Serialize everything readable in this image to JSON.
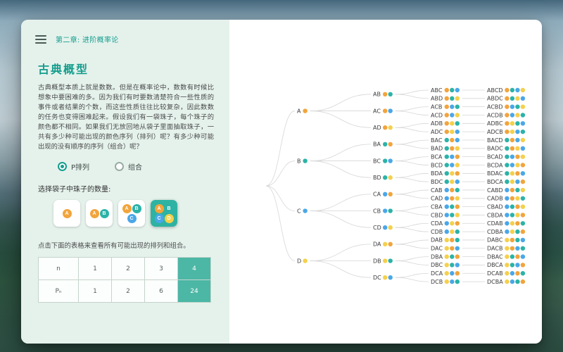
{
  "accent": "#159d8d",
  "sidebar": {
    "chapter_title": "第二章: 进阶概率论",
    "heading": "古典概型",
    "paragraph": "古典概型本质上就是数数。但是在概率论中，数数有时候比想象中要困难的多。因为我们有时要数清楚符合一些性质的事件或者结果的个数，而这些性质往往比较复杂，因此数数的任务也变得困难起来。假设我们有一袋珠子，每个珠子的颜色都不相同。如果我们无放回地从袋子里面抽取珠子，一共有多少种可能出现的颜色序列（排列）呢？有多少种可能出现的没有顺序的序列（组合）呢？",
    "radios": [
      {
        "label": "P排列",
        "selected": true
      },
      {
        "label": "组合",
        "selected": false
      }
    ],
    "bead_count_label": "选择袋子中珠子的数量:",
    "bead_buttons": [
      {
        "beads": [
          "A"
        ],
        "selected": false
      },
      {
        "beads": [
          "A",
          "B"
        ],
        "selected": false
      },
      {
        "beads": [
          "A",
          "B",
          "C"
        ],
        "selected": false
      },
      {
        "beads": [
          "A",
          "B",
          "C",
          "D"
        ],
        "selected": true
      }
    ],
    "table_hint": "点击下面的表格来查看所有可能出现的排列和组合。",
    "table": {
      "rows": [
        {
          "header": "n",
          "values": [
            "1",
            "2",
            "3",
            "4"
          ]
        },
        {
          "header": "Pₙ",
          "values": [
            "1",
            "2",
            "6",
            "24"
          ]
        }
      ],
      "selected_column": 3
    }
  },
  "tree": {
    "bead_colors": {
      "A": "#f2a43c",
      "B": "#2bb3a8",
      "C": "#4aa7e8",
      "D": "#f5d04c"
    },
    "levels": [
      [
        "A",
        "B",
        "C",
        "D"
      ],
      [
        "AB",
        "AC",
        "AD",
        "BA",
        "BC",
        "BD",
        "CA",
        "CB",
        "CD",
        "DA",
        "DB",
        "DC"
      ],
      [
        "ABC",
        "ABD",
        "ACB",
        "ACD",
        "ADB",
        "ADC",
        "BAC",
        "BAD",
        "BCA",
        "BCD",
        "BDA",
        "BDC",
        "CAB",
        "CAD",
        "CBA",
        "CBD",
        "CDA",
        "CDB",
        "DAB",
        "DAC",
        "DBA",
        "DBC",
        "DCA",
        "DCB"
      ],
      [
        "ABCD",
        "ABDC",
        "ACBD",
        "ACDB",
        "ADBC",
        "ADCB",
        "BACD",
        "BADC",
        "BCAD",
        "BCDA",
        "BDAC",
        "BDCA",
        "CABD",
        "CADB",
        "CBAD",
        "CBDA",
        "CDAB",
        "CDBA",
        "DABC",
        "DACB",
        "DBAC",
        "DBCA",
        "DCAB",
        "DCBA"
      ]
    ]
  }
}
